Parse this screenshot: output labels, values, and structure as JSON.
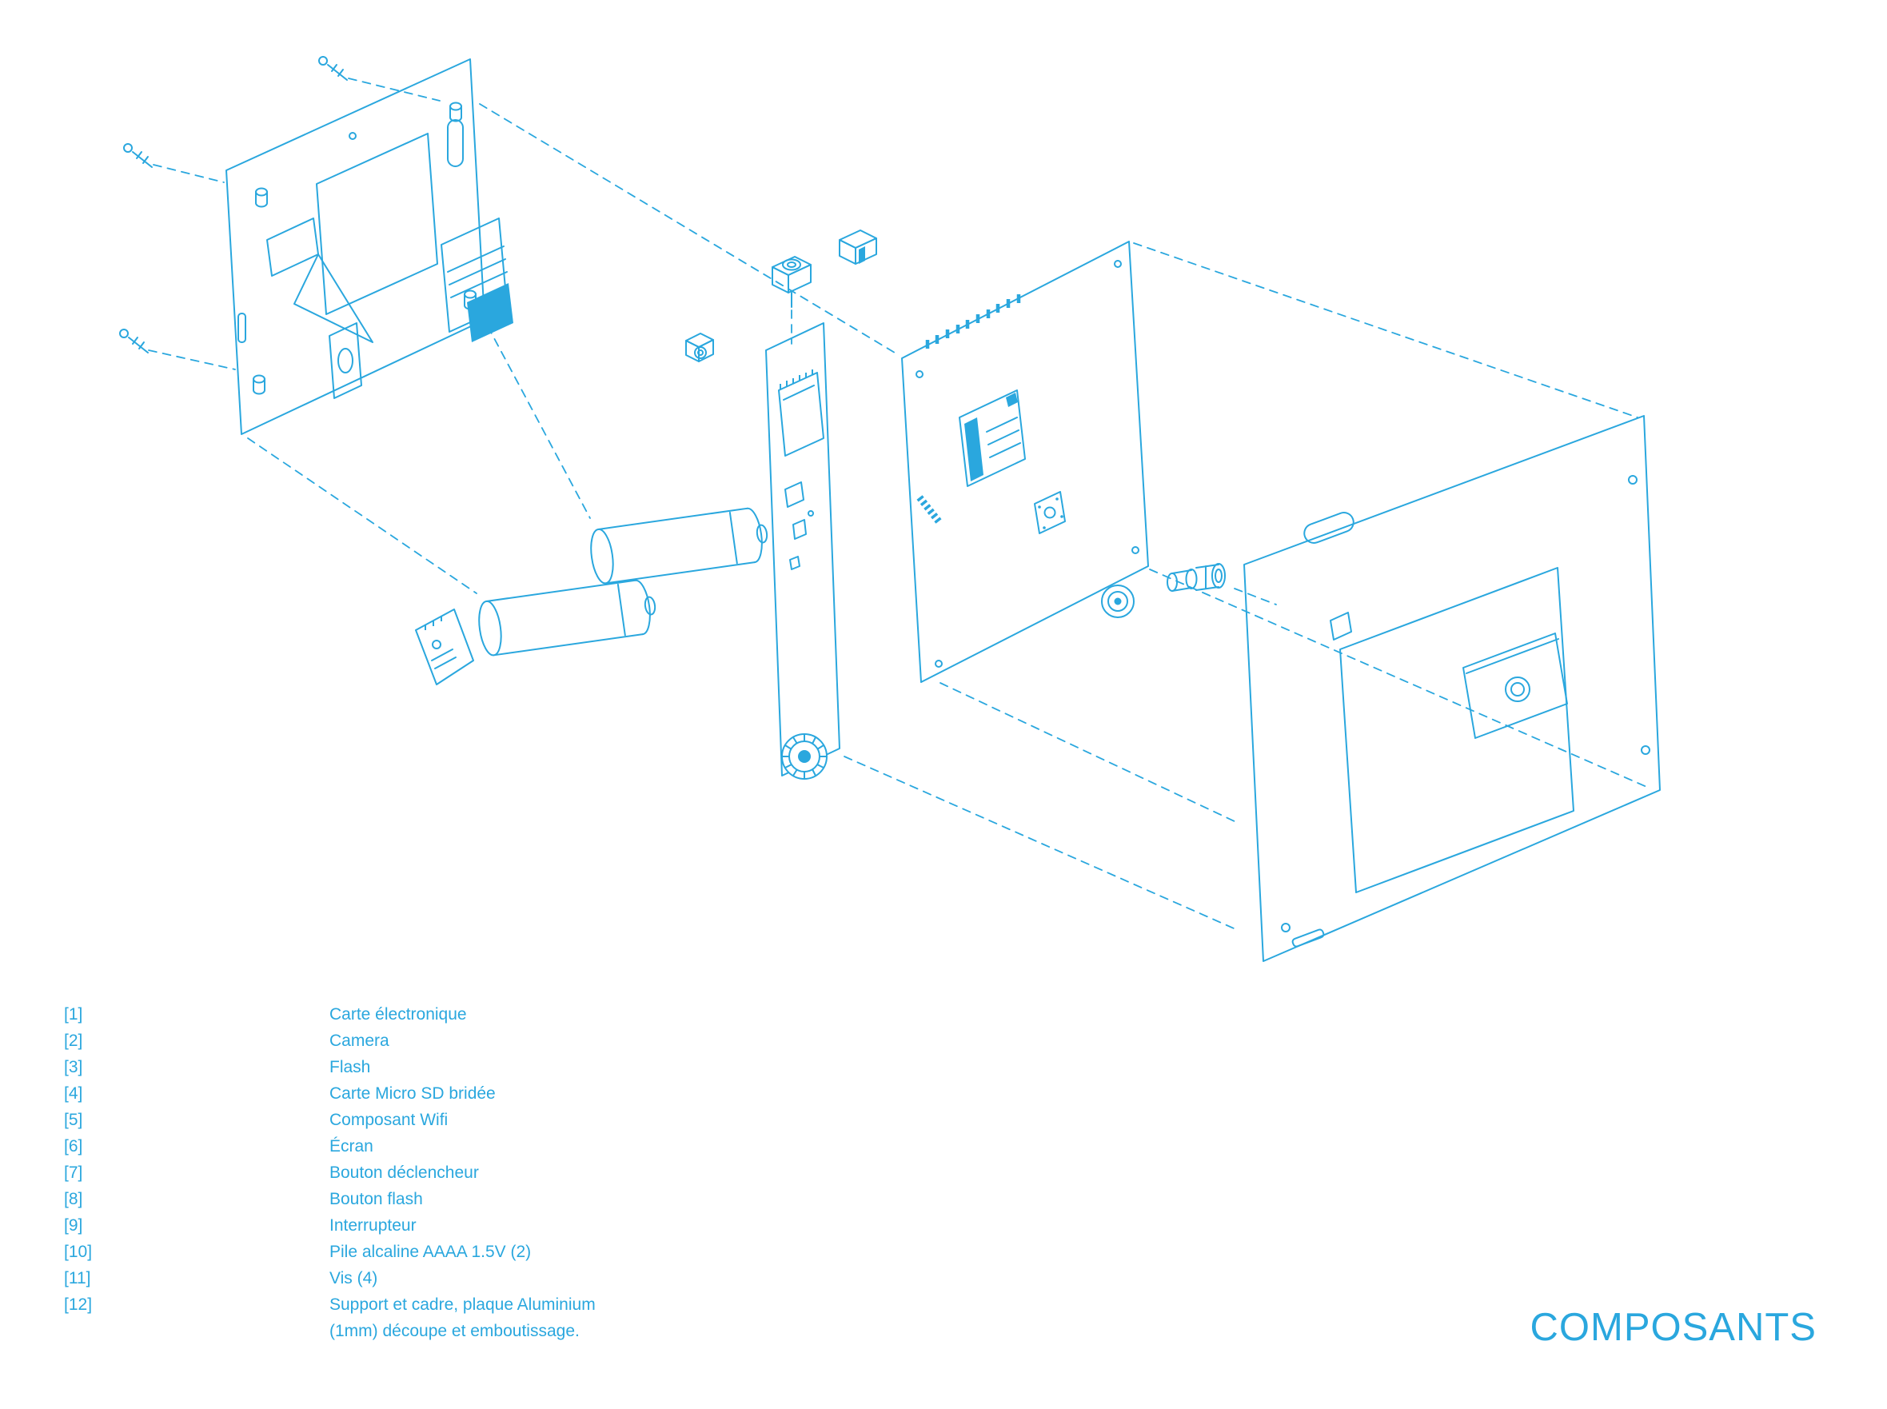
{
  "colors": {
    "accent": "#2AA7DE"
  },
  "title": "COMPOSANTS",
  "parts": [
    {
      "num": "[1]",
      "label": "Carte électronique"
    },
    {
      "num": "[2]",
      "label": "Camera"
    },
    {
      "num": "[3]",
      "label": "Flash"
    },
    {
      "num": "[4]",
      "label": "Carte Micro SD bridée"
    },
    {
      "num": "[5]",
      "label": "Composant Wifi"
    },
    {
      "num": "[6]",
      "label": "Écran"
    },
    {
      "num": "[7]",
      "label": "Bouton déclencheur"
    },
    {
      "num": "[8]",
      "label": "Bouton flash"
    },
    {
      "num": "[9]",
      "label": "Interrupteur"
    },
    {
      "num": "[10]",
      "label": "Pile alcaline AAAA 1.5V (2)"
    },
    {
      "num": "[11]",
      "label": "Vis (4)"
    },
    {
      "num": "[12]",
      "label": "Support et cadre, plaque Aluminium\n(1mm) découpe et emboutissage."
    }
  ]
}
